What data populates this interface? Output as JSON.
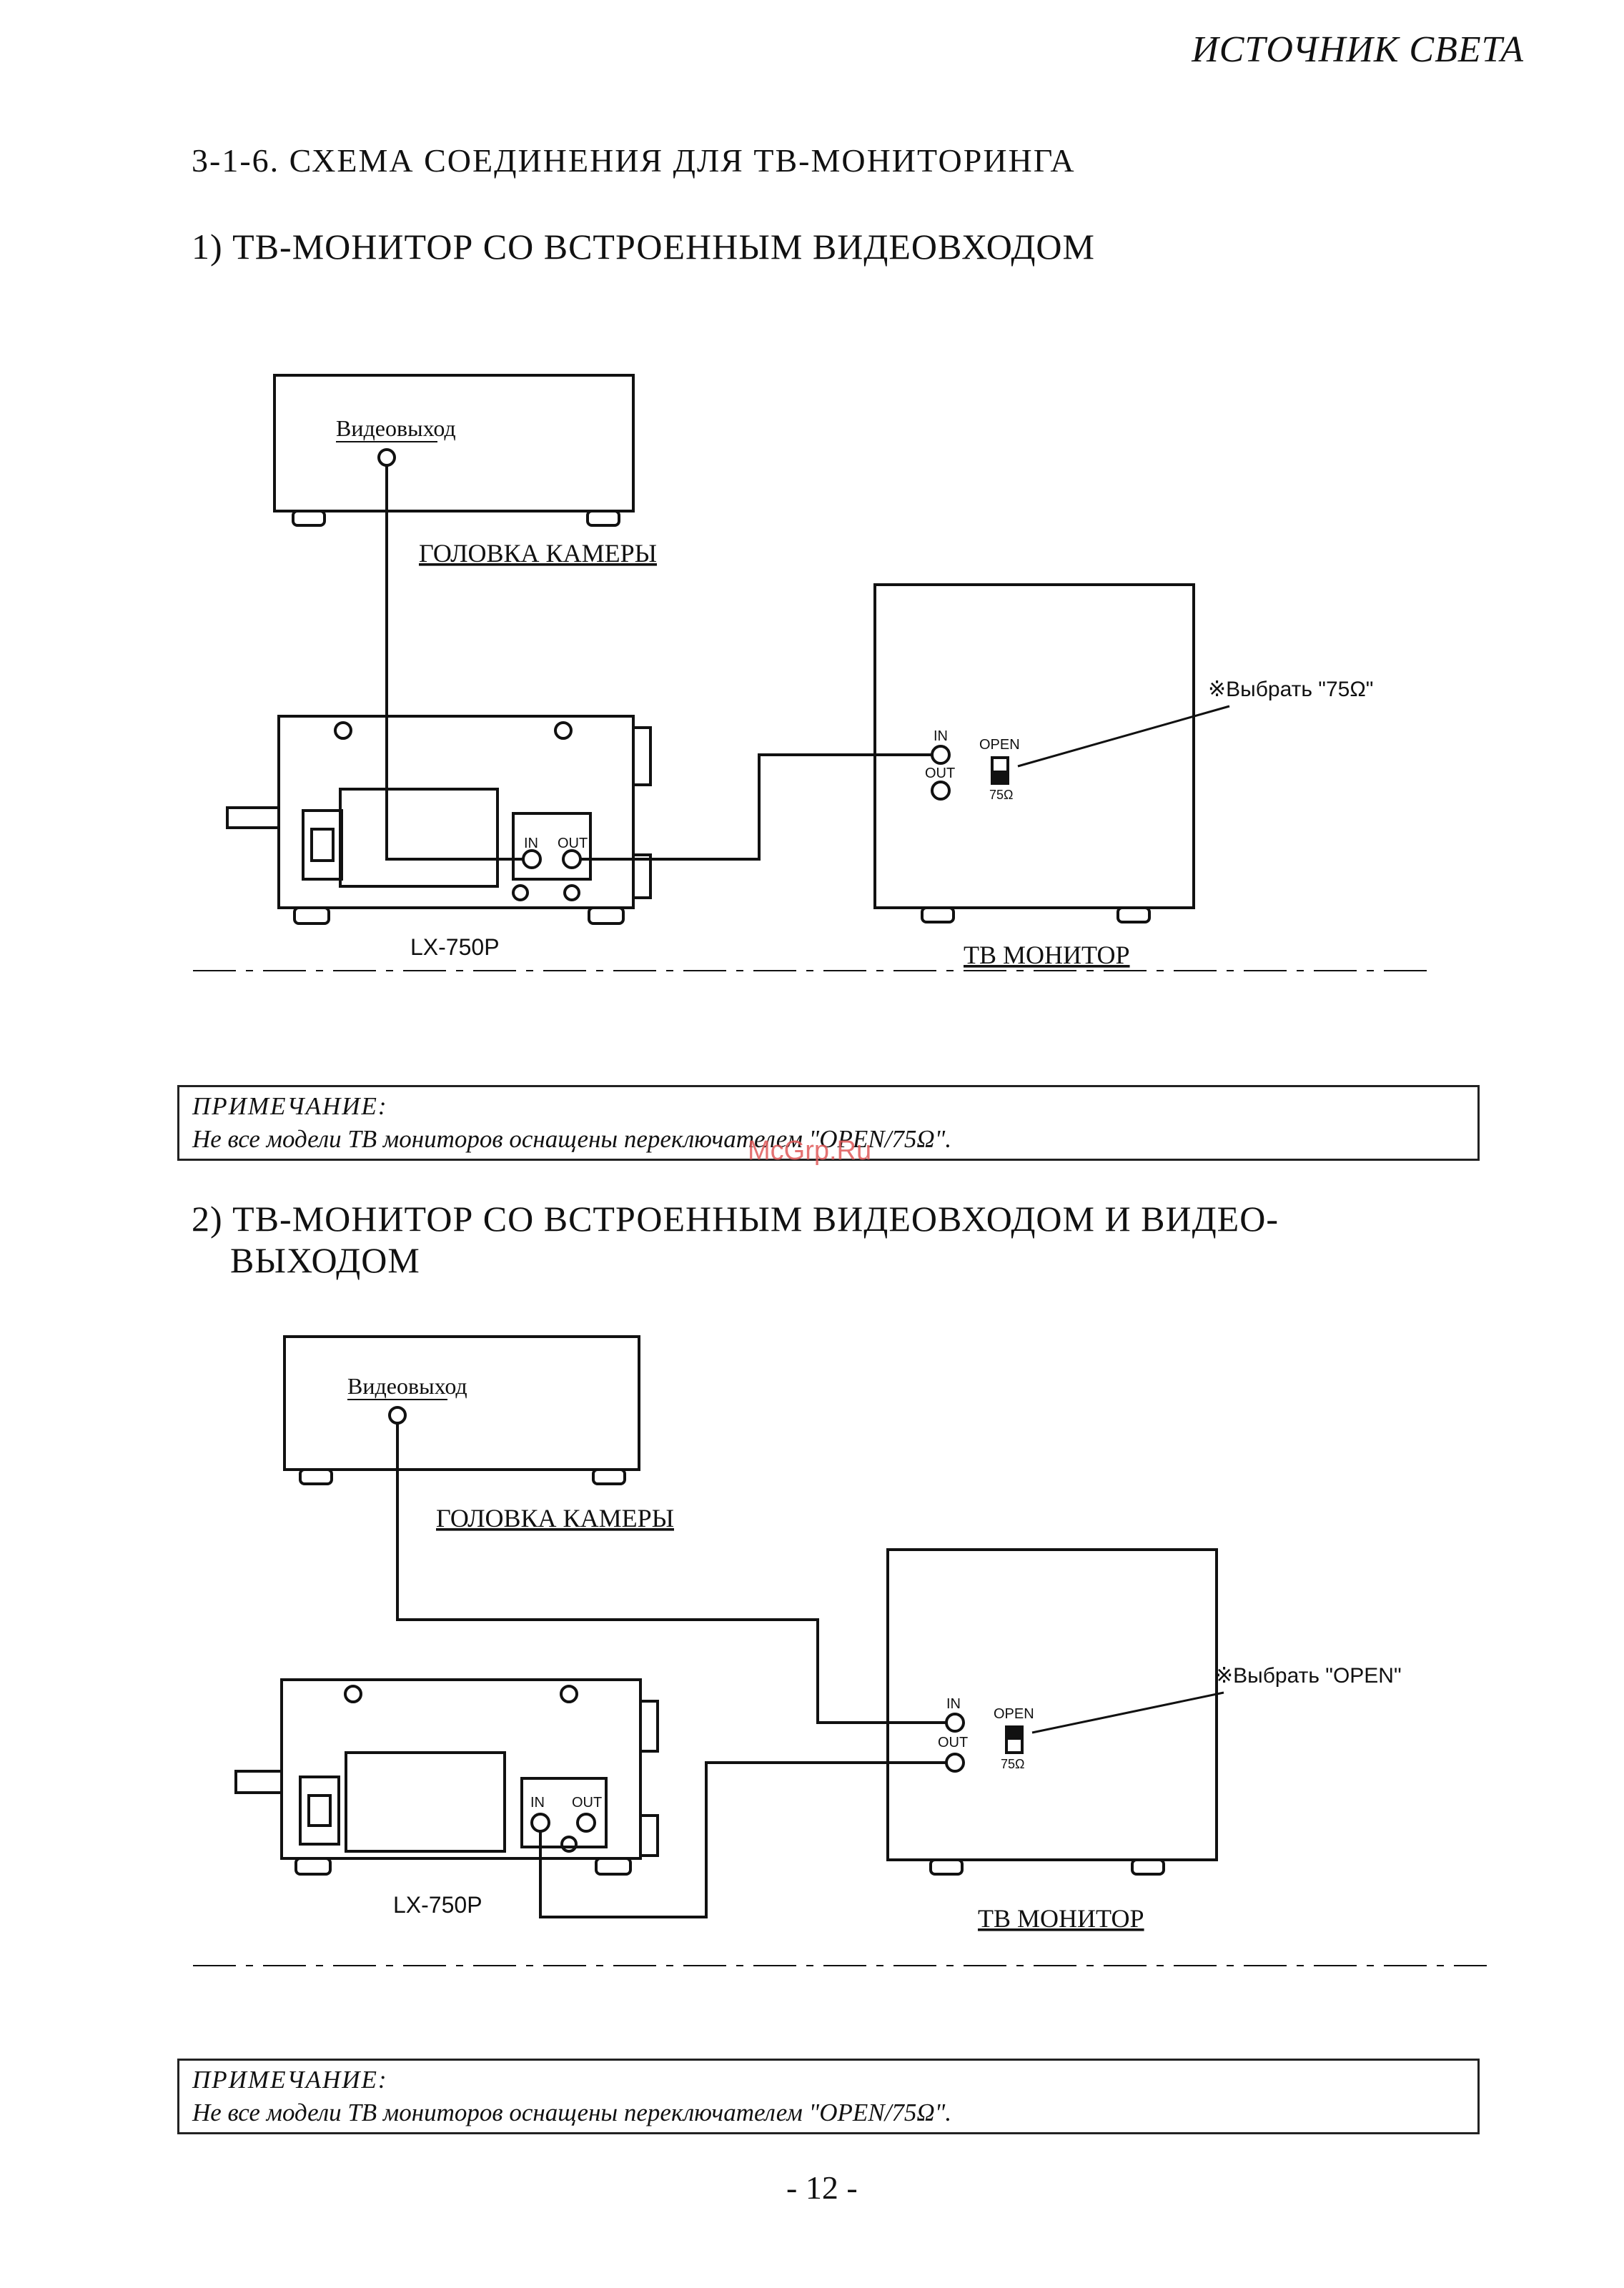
{
  "header": {
    "section": "ИСТОЧНИК СВЕТА"
  },
  "section_title": "3-1-6. СХЕМА  СОЕДИНЕНИЯ ДЛЯ ТВ-МОНИТОРИНГА",
  "diagram1": {
    "heading": "1) ТВ-МОНИТОР СО ВСТРОЕННЫМ ВИДЕОВХОДОМ",
    "camera_output_label": "Видеовыход",
    "camera_head_label": "ГОЛОВКА КАМЕРЫ",
    "light_source_label": "LX-750P",
    "in_label": "IN",
    "out_label": "OUT",
    "monitor_in_label": "IN",
    "monitor_out_label": "OUT",
    "switch_open_label": "OPEN",
    "switch_75_label": "75Ω",
    "select_callout": "※Выбрать \"75Ω\"",
    "monitor_label": "ТВ МОНИТОР",
    "switch_position": "75Ω"
  },
  "note1": {
    "title": "ПРИМЕЧАНИЕ:",
    "text": "Не все модели  ТВ мониторов оснащены  переключателем \"OPEN/75Ω\"."
  },
  "watermark": "McGrp.Ru",
  "diagram2": {
    "heading_line1": "2) ТВ-МОНИТОР СО ВСТРОЕННЫМ ВИДЕОВХОДОМ И  ВИДЕО-",
    "heading_line2": "ВЫХОДОМ",
    "camera_output_label": "Видеовыход",
    "camera_head_label": "ГОЛОВКА КАМЕРЫ",
    "light_source_label": "LX-750P",
    "in_label": "IN",
    "out_label": "OUT",
    "monitor_in_label": "IN",
    "monitor_out_label": "OUT",
    "switch_open_label": "OPEN",
    "switch_75_label": "75Ω",
    "select_callout": "※Выбрать \"OPEN\"",
    "monitor_label": "ТВ МОНИТОР",
    "switch_position": "OPEN"
  },
  "note2": {
    "title": "ПРИМЕЧАНИЕ:",
    "text": "Не все модели  ТВ мониторов оснащены  переключателем \"OPEN/75Ω\"."
  },
  "page_number": "- 12 -"
}
